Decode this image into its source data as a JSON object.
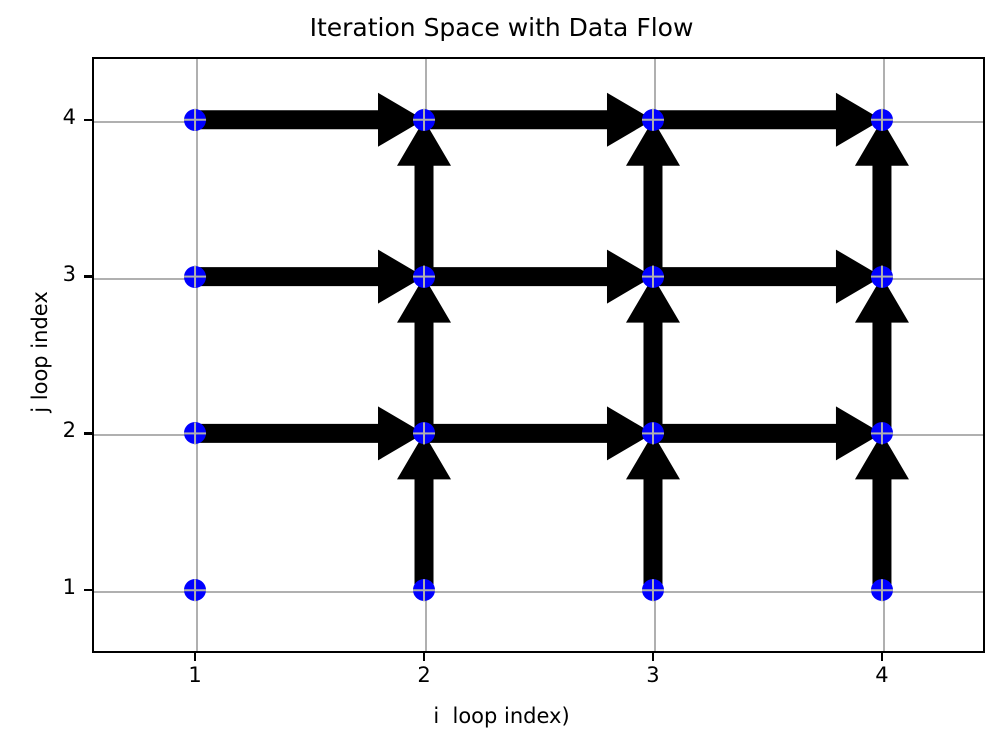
{
  "chart_data": {
    "type": "scatter",
    "title": "Iteration Space with Data Flow",
    "xlabel": "i  loop index)",
    "ylabel": "j loop index",
    "xticks": [
      1,
      2,
      3,
      4
    ],
    "yticks": [
      1,
      2,
      3,
      4
    ],
    "xticklabels": [
      "1",
      "2",
      "3",
      "4"
    ],
    "yticklabels": [
      "1",
      "2",
      "3",
      "4"
    ],
    "xlim": [
      0.55,
      4.45
    ],
    "ylim": [
      4.4,
      0.6
    ],
    "y_axis_inverted": true,
    "grid": true,
    "grid_color": "#b0b0b0",
    "legend": null,
    "marker_color": "#0000ff",
    "marker_shape": "circle",
    "arrow_color": "#000000",
    "points": [
      {
        "i": 1,
        "j": 1
      },
      {
        "i": 2,
        "j": 1
      },
      {
        "i": 3,
        "j": 1
      },
      {
        "i": 4,
        "j": 1
      },
      {
        "i": 1,
        "j": 2
      },
      {
        "i": 2,
        "j": 2
      },
      {
        "i": 3,
        "j": 2
      },
      {
        "i": 4,
        "j": 2
      },
      {
        "i": 1,
        "j": 3
      },
      {
        "i": 2,
        "j": 3
      },
      {
        "i": 3,
        "j": 3
      },
      {
        "i": 4,
        "j": 3
      },
      {
        "i": 1,
        "j": 4
      },
      {
        "i": 2,
        "j": 4
      },
      {
        "i": 3,
        "j": 4
      },
      {
        "i": 4,
        "j": 4
      }
    ],
    "arrows_horizontal": [
      {
        "from": {
          "i": 1,
          "j": 2
        },
        "to": {
          "i": 2,
          "j": 2
        }
      },
      {
        "from": {
          "i": 2,
          "j": 2
        },
        "to": {
          "i": 3,
          "j": 2
        }
      },
      {
        "from": {
          "i": 3,
          "j": 2
        },
        "to": {
          "i": 4,
          "j": 2
        }
      },
      {
        "from": {
          "i": 1,
          "j": 3
        },
        "to": {
          "i": 2,
          "j": 3
        }
      },
      {
        "from": {
          "i": 2,
          "j": 3
        },
        "to": {
          "i": 3,
          "j": 3
        }
      },
      {
        "from": {
          "i": 3,
          "j": 3
        },
        "to": {
          "i": 4,
          "j": 3
        }
      },
      {
        "from": {
          "i": 1,
          "j": 4
        },
        "to": {
          "i": 2,
          "j": 4
        }
      },
      {
        "from": {
          "i": 2,
          "j": 4
        },
        "to": {
          "i": 3,
          "j": 4
        }
      },
      {
        "from": {
          "i": 3,
          "j": 4
        },
        "to": {
          "i": 4,
          "j": 4
        }
      }
    ],
    "arrows_vertical": [
      {
        "from": {
          "i": 2,
          "j": 1
        },
        "to": {
          "i": 2,
          "j": 2
        }
      },
      {
        "from": {
          "i": 2,
          "j": 2
        },
        "to": {
          "i": 2,
          "j": 3
        }
      },
      {
        "from": {
          "i": 2,
          "j": 3
        },
        "to": {
          "i": 2,
          "j": 4
        }
      },
      {
        "from": {
          "i": 3,
          "j": 1
        },
        "to": {
          "i": 3,
          "j": 2
        }
      },
      {
        "from": {
          "i": 3,
          "j": 2
        },
        "to": {
          "i": 3,
          "j": 3
        }
      },
      {
        "from": {
          "i": 3,
          "j": 3
        },
        "to": {
          "i": 3,
          "j": 4
        }
      },
      {
        "from": {
          "i": 4,
          "j": 1
        },
        "to": {
          "i": 4,
          "j": 2
        }
      },
      {
        "from": {
          "i": 4,
          "j": 2
        },
        "to": {
          "i": 4,
          "j": 3
        }
      },
      {
        "from": {
          "i": 4,
          "j": 3
        },
        "to": {
          "i": 4,
          "j": 4
        }
      }
    ]
  }
}
